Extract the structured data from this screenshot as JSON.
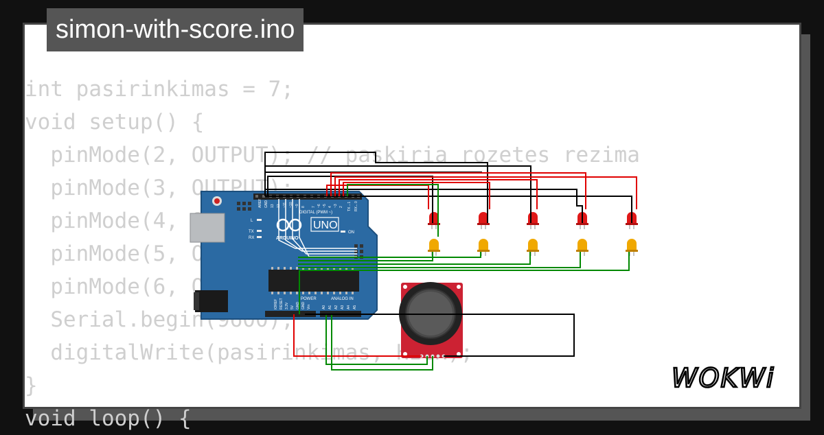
{
  "title": "simon-with-score.ino",
  "code_lines": [
    "int pasirinkimas = 7;",
    "void setup() {",
    "  pinMode(2, OUTPUT); // paskiria rozetes rezima",
    "  pinMode(3, OUTPUT);",
    "  pinMode(4, OUTPUT);",
    "  pinMode(5, OUTPUT);",
    "  pinMode(6, OUTPUT);",
    "  Serial.begin(9600);",
    "  digitalWrite(pasirinkimas, HIGH);",
    "}",
    "void loop() {"
  ],
  "board": {
    "name": "ARDUINO",
    "model": "UNO",
    "digital_label": "DIGITAL (PWM ~)",
    "power_label": "POWER",
    "analog_label": "ANALOG IN",
    "on_label": "ON",
    "l_label": "L",
    "tx_label": "TX",
    "rx_label": "RX",
    "pin_labels_top": [
      "AREF",
      "GND",
      "13",
      "12",
      "~11",
      "~10",
      "~9",
      "8",
      "7",
      "~6",
      "~5",
      "4",
      "~3",
      "2",
      "TX→1",
      "RX←0"
    ],
    "pin_labels_power": [
      "IOREF",
      "RESET",
      "3.3V",
      "5V",
      "GND",
      "GND",
      "Vin"
    ],
    "pin_labels_analog": [
      "A0",
      "A1",
      "A2",
      "A3",
      "A4",
      "A5"
    ]
  },
  "logo_text": "WOKWi",
  "colors": {
    "background": "#111111",
    "card": "#ffffff",
    "title_bg": "#555555",
    "board": "#2b6aa3",
    "joystick_pcb": "#cc2233",
    "led_red": "#e01818",
    "led_yellow": "#f0a800",
    "wire_red": "#e00000",
    "wire_green": "#008800",
    "wire_black": "#000000"
  }
}
